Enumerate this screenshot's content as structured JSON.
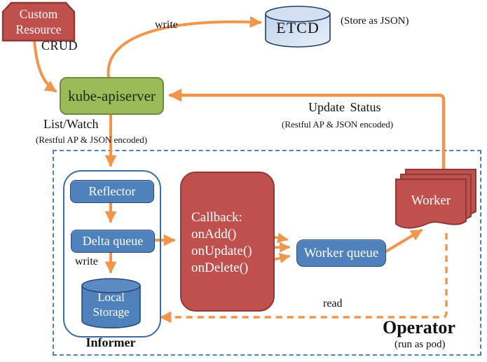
{
  "nodes": {
    "custom_resource": "Custom Resource",
    "etcd": "ETCD",
    "kube_apiserver": "kube-apiserver",
    "reflector": "Reflector",
    "delta_queue": "Delta queue",
    "local_storage": "Local Storage",
    "worker_queue": "Worker queue",
    "worker": "Worker"
  },
  "callback": {
    "title": "Callback:",
    "lines": [
      "onAdd()",
      "onUpdate()",
      "onDelete()"
    ]
  },
  "labels": {
    "store_as_json": "(Store as JSON)",
    "write_etcd": "write",
    "crud": "CRUD",
    "list_watch": "List/Watch",
    "list_watch_detail": "(Restful AP & JSON encoded)",
    "update_status": "Update Status",
    "update_status_detail": "(Restful AP & JSON encoded)",
    "write_local": "write",
    "read": "read",
    "informer": "Informer",
    "operator": "Operator",
    "operator_detail": "(run as pod)"
  },
  "colors": {
    "arrow_orange": "#F0964C",
    "red_fill": "#C0504D",
    "red_border": "#8E3A37",
    "green_fill": "#9BBB59",
    "green_border": "#71893F",
    "blue_fill": "#4F81BD",
    "blue_border": "#2A4A74",
    "operator_dashed_border": "#4F81BD",
    "etcd_fill_light": "#C9D9F0",
    "etcd_border": "#1F3F68"
  }
}
